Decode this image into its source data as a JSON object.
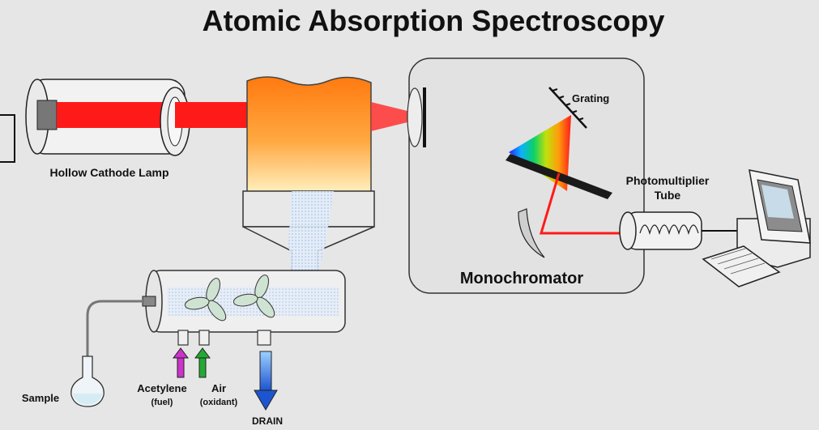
{
  "title": "Atomic Absorption Spectroscopy",
  "labels": {
    "lamp": "Hollow Cathode Lamp",
    "grating": "Grating",
    "pmt_line1": "Photomultiplier",
    "pmt_line2": "Tube",
    "monochromator": "Monochromator",
    "sample": "Sample",
    "acetylene": "Acetylene",
    "fuel": "(fuel)",
    "air": "Air",
    "oxidant": "(oxidant)",
    "drain": "DRAIN"
  },
  "colors": {
    "beam": "#ff1a1a",
    "flame_top": "#ff8a1a",
    "flame_bottom": "#ffe0a0",
    "acetylene_arrow": "#cc33cc",
    "air_arrow": "#22aa33",
    "drain_arrow": "#2266dd",
    "background": "#e6e6e6"
  }
}
